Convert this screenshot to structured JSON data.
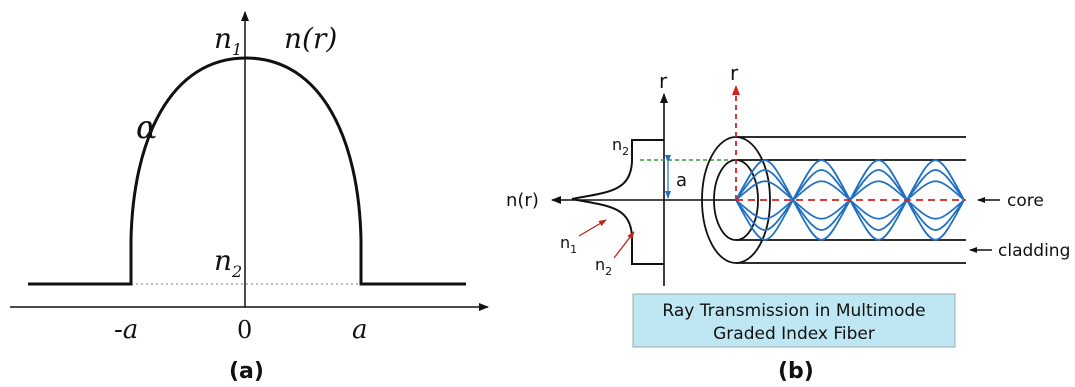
{
  "panel_a": {
    "caption": "(a)",
    "curve_label": "n(r)",
    "peak_label_base": "n",
    "peak_label_sub": "1",
    "alpha_label": "α",
    "floor_label_base": "n",
    "floor_label_sub": "2",
    "tick_left": "-a",
    "tick_zero": "0",
    "tick_right": "a"
  },
  "panel_b": {
    "caption": "(b)",
    "axis_r_profile": "r",
    "axis_r_fiber": "r",
    "nr_label": "n(r)",
    "n2_top_base": "n",
    "n2_top_sub": "2",
    "radius_label": "a",
    "n1_base": "n",
    "n1_sub": "1",
    "n2_bottom_base": "n",
    "n2_bottom_sub": "2",
    "core_label": "core",
    "cladding_label": "cladding",
    "title_line1": "Ray Transmission in Multimode",
    "title_line2": "Graded Index Fiber"
  },
  "colors": {
    "ray_blue": "#1f6fc4",
    "axis_red": "#d62020",
    "guide_green": "#2ca02c",
    "title_box": "#bfe6f3"
  }
}
